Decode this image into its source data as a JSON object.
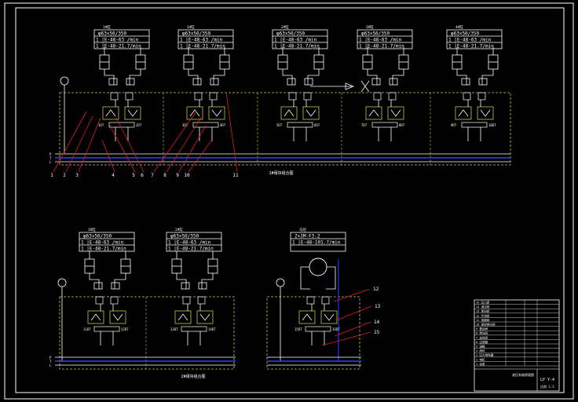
{
  "drawing": {
    "background": "#000000",
    "colors": {
      "line": "#ffffff",
      "dash": "#c8c84a",
      "bus": "#3040ff",
      "leader": "#e02020",
      "text": "#ffffff"
    },
    "units_top": [
      {
        "head": "1#缸",
        "line1": "φ63×50/350",
        "row1": "1 |E-48-63 /min",
        "row2": "1 |E-48-21.7/min"
      },
      {
        "head": "1#缸",
        "line1": "φ63×50/350",
        "row1": "1 |E-48-63 /min",
        "row2": "1 |E-48-21.7/min"
      },
      {
        "head": "2#缸",
        "line1": "φ63×50/350",
        "row1": "1 |E-48-63 /min",
        "row2": "1 |E-48-21.7/min"
      },
      {
        "head": "3#缸",
        "line1": "φ63×50/350",
        "row1": "1 |E-48-63 /min",
        "row2": "1 |E-48-21.7/min"
      },
      {
        "head": "4#缸",
        "line1": "φ63×50/350",
        "row1": "1 |E-48-63 /min",
        "row2": "1 |E-48-21.7/min"
      }
    ],
    "units_bottom": [
      {
        "head": "1#缸",
        "line1": "φ63×50/350",
        "row1": "1 |E-48-63 /min",
        "row2": "1 |E-48-21.7/min"
      },
      {
        "head": "2#缸",
        "line1": "φ63×50/350",
        "row1": "1 |E-48-63 /min",
        "row2": "1 |E-48-21.7/min"
      },
      {
        "head": "马达",
        "line1": "2×JM-F3.2",
        "row1": "1 |E-48-101.7/min",
        "row2": ""
      }
    ],
    "valve_labels": [
      "1DT",
      "2DT",
      "3DT",
      "4DT",
      "5DT",
      "6DT",
      "7DT",
      "8DT",
      "9DT",
      "10DT",
      "11DT",
      "12DT",
      "13DT",
      "14DT",
      "15DT",
      "16DT"
    ],
    "callouts": [
      "1",
      "2",
      "3",
      "4",
      "5",
      "6",
      "7",
      "8",
      "9",
      "10",
      "11",
      "12",
      "13",
      "14",
      "15"
    ],
    "module_caption_top": "1#阀块组合图",
    "module_caption_bottom": "2#阀块组合图",
    "bus_labels": [
      "P",
      "T",
      "L"
    ],
    "title_block": {
      "rows": [
        "15 压力表",
        "14 减压阀",
        "13 单向阀",
        "12 节流阀",
        "11 电磁阀",
        "10 液控单向阀",
        "9 叠加阀",
        "8 换向阀",
        "7 溢流阀",
        "6 过滤器",
        "5 油箱",
        "4 阀块",
        "3 压力继电器",
        "2 电机",
        "1 油泵"
      ],
      "drawing_title": "液压系统原理图",
      "drawing_no": "LP Y-4",
      "scale": "比例 1:2"
    }
  }
}
